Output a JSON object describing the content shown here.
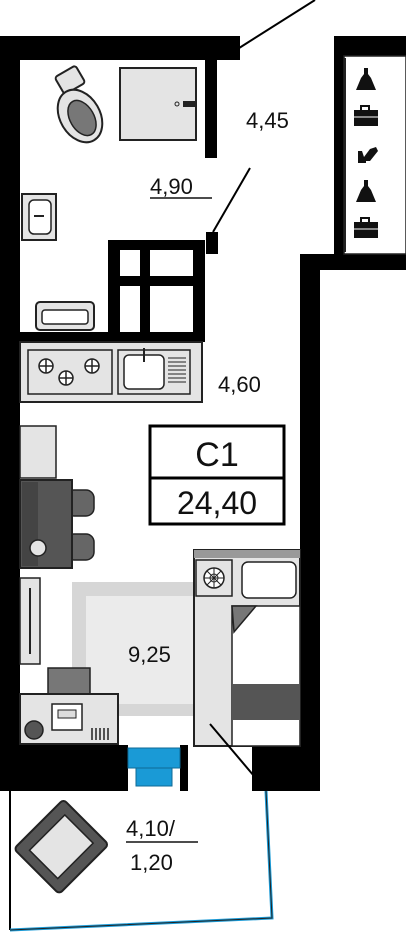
{
  "plan": {
    "unit_code": "С1",
    "total_area": "24,40",
    "rooms": [
      {
        "id": "hallway",
        "area": "4,90"
      },
      {
        "id": "bathroom",
        "area": "4,45"
      },
      {
        "id": "kitchen",
        "area": "4,60"
      },
      {
        "id": "living",
        "area": "9,25"
      },
      {
        "id": "balcony",
        "area_line1": "4,10/",
        "area_line2": "1,20"
      }
    ]
  },
  "colors": {
    "wall": "#000000",
    "fixture": "#e4e4e4",
    "fixture_stroke": "#222222",
    "rug": "#d6d6d6",
    "window": "#1a9ad6"
  },
  "icons": [
    "toilet-icon",
    "shower-icon",
    "sink-icon",
    "bathtub-icon",
    "stove-icon",
    "kitchen-sink-icon",
    "fridge-icon",
    "dining-table-icon",
    "bed-icon",
    "desk-icon",
    "armchair-icon",
    "dress-icon",
    "suitcase-icon",
    "shoe-icon",
    "washing-machine-icon"
  ]
}
